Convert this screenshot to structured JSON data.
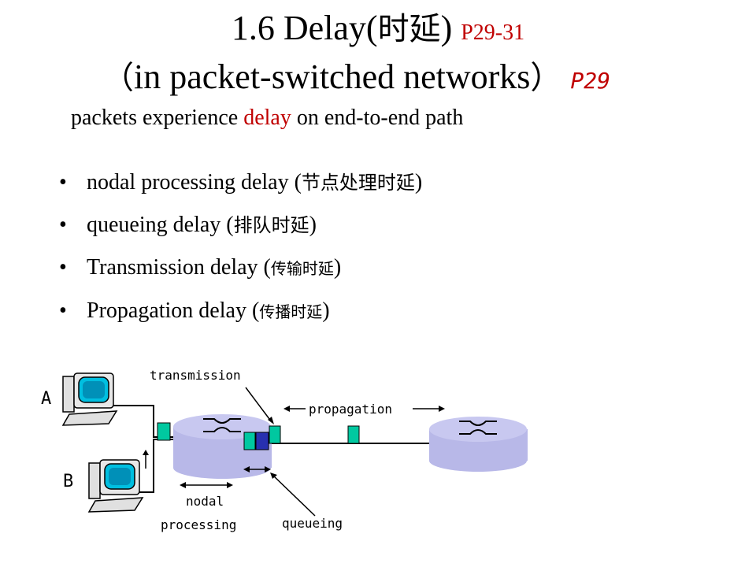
{
  "title": {
    "line1_prefix": "1.6  Delay(",
    "line1_cjk": "时延",
    "line1_suffix": ")",
    "line1_ref": "P29-31",
    "line2_open": "（",
    "line2_text": "in packet-switched networks",
    "line2_close": "）",
    "line2_ref": "P29"
  },
  "subtitle": {
    "before": "packets experience ",
    "highlight": "delay",
    "after": " on end-to-end path"
  },
  "bullets": [
    {
      "dot": "•",
      "text": "nodal processing delay (",
      "cjk": "节点处理时延",
      "close": ")"
    },
    {
      "dot": "•",
      "text": "queueing delay (",
      "cjk": "排队时延",
      "close": ")"
    },
    {
      "dot": "•",
      "text": "Transmission  delay (",
      "cjk": "传输时延",
      "close": ")"
    },
    {
      "dot": "•",
      "text": "Propagation  delay (",
      "cjk": "传播时延",
      "close": ")"
    }
  ],
  "diagram": {
    "host_a_label": "A",
    "host_b_label": "B",
    "transmission_label": "transmission",
    "propagation_label": "propagation",
    "nodal_label_line1": "nodal",
    "nodal_label_line2": "processing",
    "queueing_label": "queueing",
    "colors": {
      "router_fill": "#b8b8e8",
      "router_top": "#c8c8f0",
      "packet": "#00c8a0",
      "packet_queued": "#2830b0",
      "label_dark_red": "#8b0000",
      "host_label": "#2020c0"
    },
    "icons": [
      "computer-icon",
      "router-icon",
      "packet-icon",
      "arrow-icon"
    ]
  }
}
